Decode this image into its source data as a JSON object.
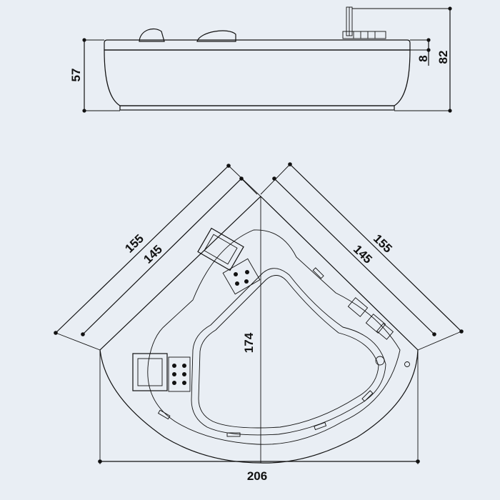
{
  "diagram": {
    "side_view": {
      "dim_height_body": "57",
      "dim_rim": "8",
      "dim_total_height": "82"
    },
    "top_view": {
      "dim_outer_left": "155",
      "dim_inner_left": "145",
      "dim_outer_right": "155",
      "dim_inner_right": "145",
      "dim_depth": "174",
      "dim_width": "206"
    },
    "colors": {
      "background": "#e9eef4",
      "tub_fill": "#ffffff",
      "line": "#111111"
    }
  }
}
